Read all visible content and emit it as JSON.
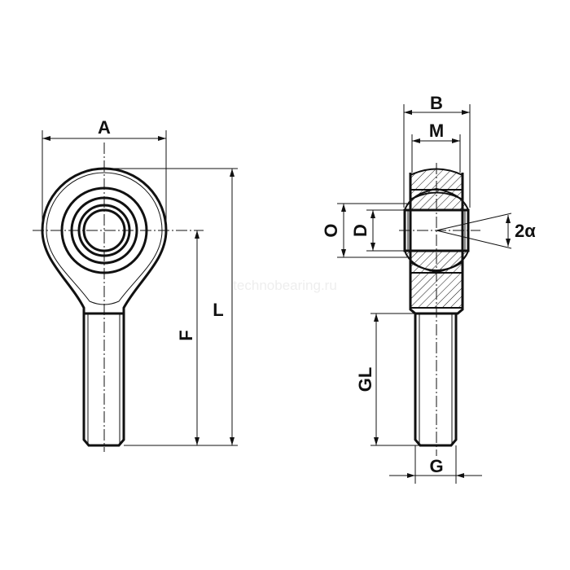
{
  "labels": {
    "A": "A",
    "L": "L",
    "F": "F",
    "B": "B",
    "M": "M",
    "O": "O",
    "D": "D",
    "angle": "2α",
    "GL": "GL",
    "G": "G"
  },
  "watermark": "technobearing.ru",
  "colors": {
    "line": "#111111",
    "background": "#ffffff",
    "watermark": "#eeeeee"
  }
}
